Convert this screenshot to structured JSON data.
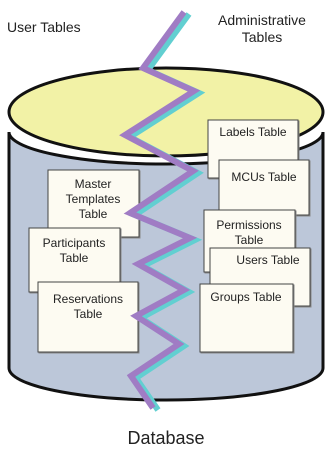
{
  "headings": {
    "left": "User Tables",
    "right_line1": "Administrative",
    "right_line2": "Tables"
  },
  "caption": "Database",
  "user_tables": [
    {
      "lines": [
        "Master",
        "Templates",
        "Table"
      ]
    },
    {
      "lines": [
        "Participants",
        "Table"
      ]
    },
    {
      "lines": [
        "Reservations",
        "Table"
      ]
    }
  ],
  "admin_tables": [
    {
      "lines": [
        "Labels Table"
      ]
    },
    {
      "lines": [
        "MCUs Table"
      ]
    },
    {
      "lines": [
        "Permissions",
        "Table"
      ]
    },
    {
      "lines": [
        "Users Table"
      ]
    },
    {
      "lines": [
        "Groups Table"
      ]
    }
  ],
  "colors": {
    "cylinder_top": "#f2f2a6",
    "cylinder_body": "#bcc7d9",
    "cylinder_outline": "#111111",
    "card_fill": "#fdfbf2",
    "divider_purple": "#a07cc4",
    "divider_teal": "#62cfd1"
  }
}
